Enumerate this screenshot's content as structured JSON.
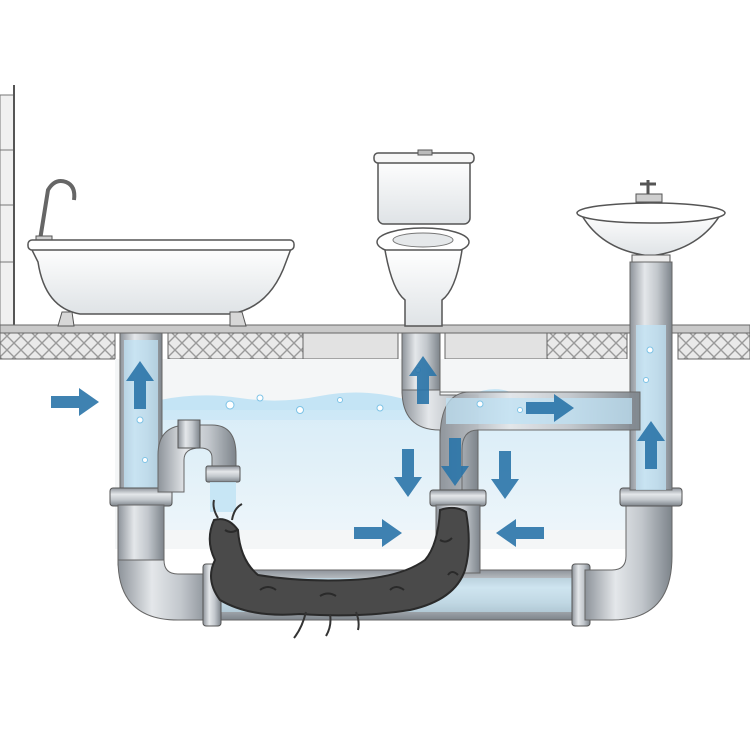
{
  "diagram": {
    "fixtures": [
      {
        "id": "bathtub",
        "icon": "bathtub-icon"
      },
      {
        "id": "toilet",
        "icon": "toilet-icon"
      },
      {
        "id": "sink",
        "icon": "sink-icon"
      }
    ],
    "blockage": {
      "icon": "clog-icon",
      "location": "main-drain-lower-left"
    },
    "flow_arrows": [
      {
        "direction": "right"
      },
      {
        "direction": "up"
      },
      {
        "direction": "up"
      },
      {
        "direction": "right"
      },
      {
        "direction": "down"
      },
      {
        "direction": "down"
      },
      {
        "direction": "down"
      },
      {
        "direction": "up"
      },
      {
        "direction": "right"
      },
      {
        "direction": "left"
      }
    ],
    "colors": {
      "water": "#bfe2f4",
      "water_edge": "#7ec3e6",
      "arrow": "#2a74a8",
      "pipe": "#b9bec4",
      "pipe_dark": "#7d848b",
      "clog": "#4a4a4a",
      "floor_hatch": "#9a9a9a",
      "background": "#ffffff"
    }
  }
}
